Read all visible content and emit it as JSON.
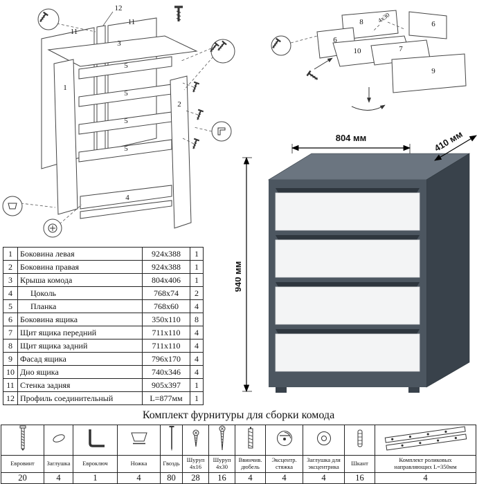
{
  "colors": {
    "chest_top": "#6b7580",
    "chest_body": "#4c5660",
    "chest_side": "#39424b",
    "drawer_face": "#f3f4f5",
    "groove": "#2e363e"
  },
  "dimensions": {
    "width": "804 мм",
    "depth": "410 мм",
    "height": "940 мм"
  },
  "exploded": {
    "labels": [
      "12",
      "11",
      "11",
      "3",
      "1",
      "5",
      "5",
      "5",
      "5",
      "2",
      "4"
    ]
  },
  "drawer": {
    "labels": [
      "8",
      "4x30",
      "6",
      "6",
      "10",
      "7",
      "9"
    ]
  },
  "parts": {
    "rows": [
      {
        "num": "1",
        "name": "Боковина левая",
        "size": "924x388",
        "qty": "1"
      },
      {
        "num": "2",
        "name": "Боковина правая",
        "size": "924x388",
        "qty": "1"
      },
      {
        "num": "3",
        "name": "Крыша комода",
        "size": "804x406",
        "qty": "1"
      },
      {
        "num": "4",
        "name": "Цоколь",
        "size": "768x74",
        "qty": "2"
      },
      {
        "num": "5",
        "name": "Планка",
        "size": "768x60",
        "qty": "4"
      },
      {
        "num": "6",
        "name": "Боковина ящика",
        "size": "350x110",
        "qty": "8"
      },
      {
        "num": "7",
        "name": "Щит ящика передний",
        "size": "711x110",
        "qty": "4"
      },
      {
        "num": "8",
        "name": "Щит ящика задний",
        "size": "711x110",
        "qty": "4"
      },
      {
        "num": "9",
        "name": "Фасад ящика",
        "size": "796x170",
        "qty": "4"
      },
      {
        "num": "10",
        "name": "Дно ящика",
        "size": "740x346",
        "qty": "4"
      },
      {
        "num": "11",
        "name": "Стенка задняя",
        "size": "905x397",
        "qty": "1"
      },
      {
        "num": "12",
        "name": "Профиль соединительный",
        "size": "L=877мм",
        "qty": "1"
      }
    ]
  },
  "hardware": {
    "title": "Комплект фурнитуры для сборки комода",
    "items": [
      {
        "label": "Евровинт",
        "qty": "20",
        "icon": "euro-screw-icon"
      },
      {
        "label": "Заглушка",
        "qty": "4",
        "icon": "cap-icon"
      },
      {
        "label": "Евроключ",
        "qty": "1",
        "icon": "hex-key-icon"
      },
      {
        "label": "Ножка",
        "qty": "4",
        "icon": "leg-icon"
      },
      {
        "label": "Гвоздь",
        "qty": "80",
        "icon": "nail-icon"
      },
      {
        "label": "Шуруп\n4x16",
        "qty": "28",
        "icon": "screw-short-icon"
      },
      {
        "label": "Шуруп\n4x30",
        "qty": "16",
        "icon": "screw-long-icon"
      },
      {
        "label": "Ввинчив.\nдюбель",
        "qty": "4",
        "icon": "dowel-insert-icon"
      },
      {
        "label": "Эксцентр.\nстяжка",
        "qty": "4",
        "icon": "cam-lock-icon"
      },
      {
        "label": "Заглушка для\nэксцентрика",
        "qty": "4",
        "icon": "cam-cap-icon"
      },
      {
        "label": "Шкант",
        "qty": "16",
        "icon": "wood-dowel-icon"
      },
      {
        "label": "Комплект роликовых\nнаправляющих L=350мм",
        "qty": "4",
        "icon": "drawer-slides-icon"
      }
    ]
  }
}
